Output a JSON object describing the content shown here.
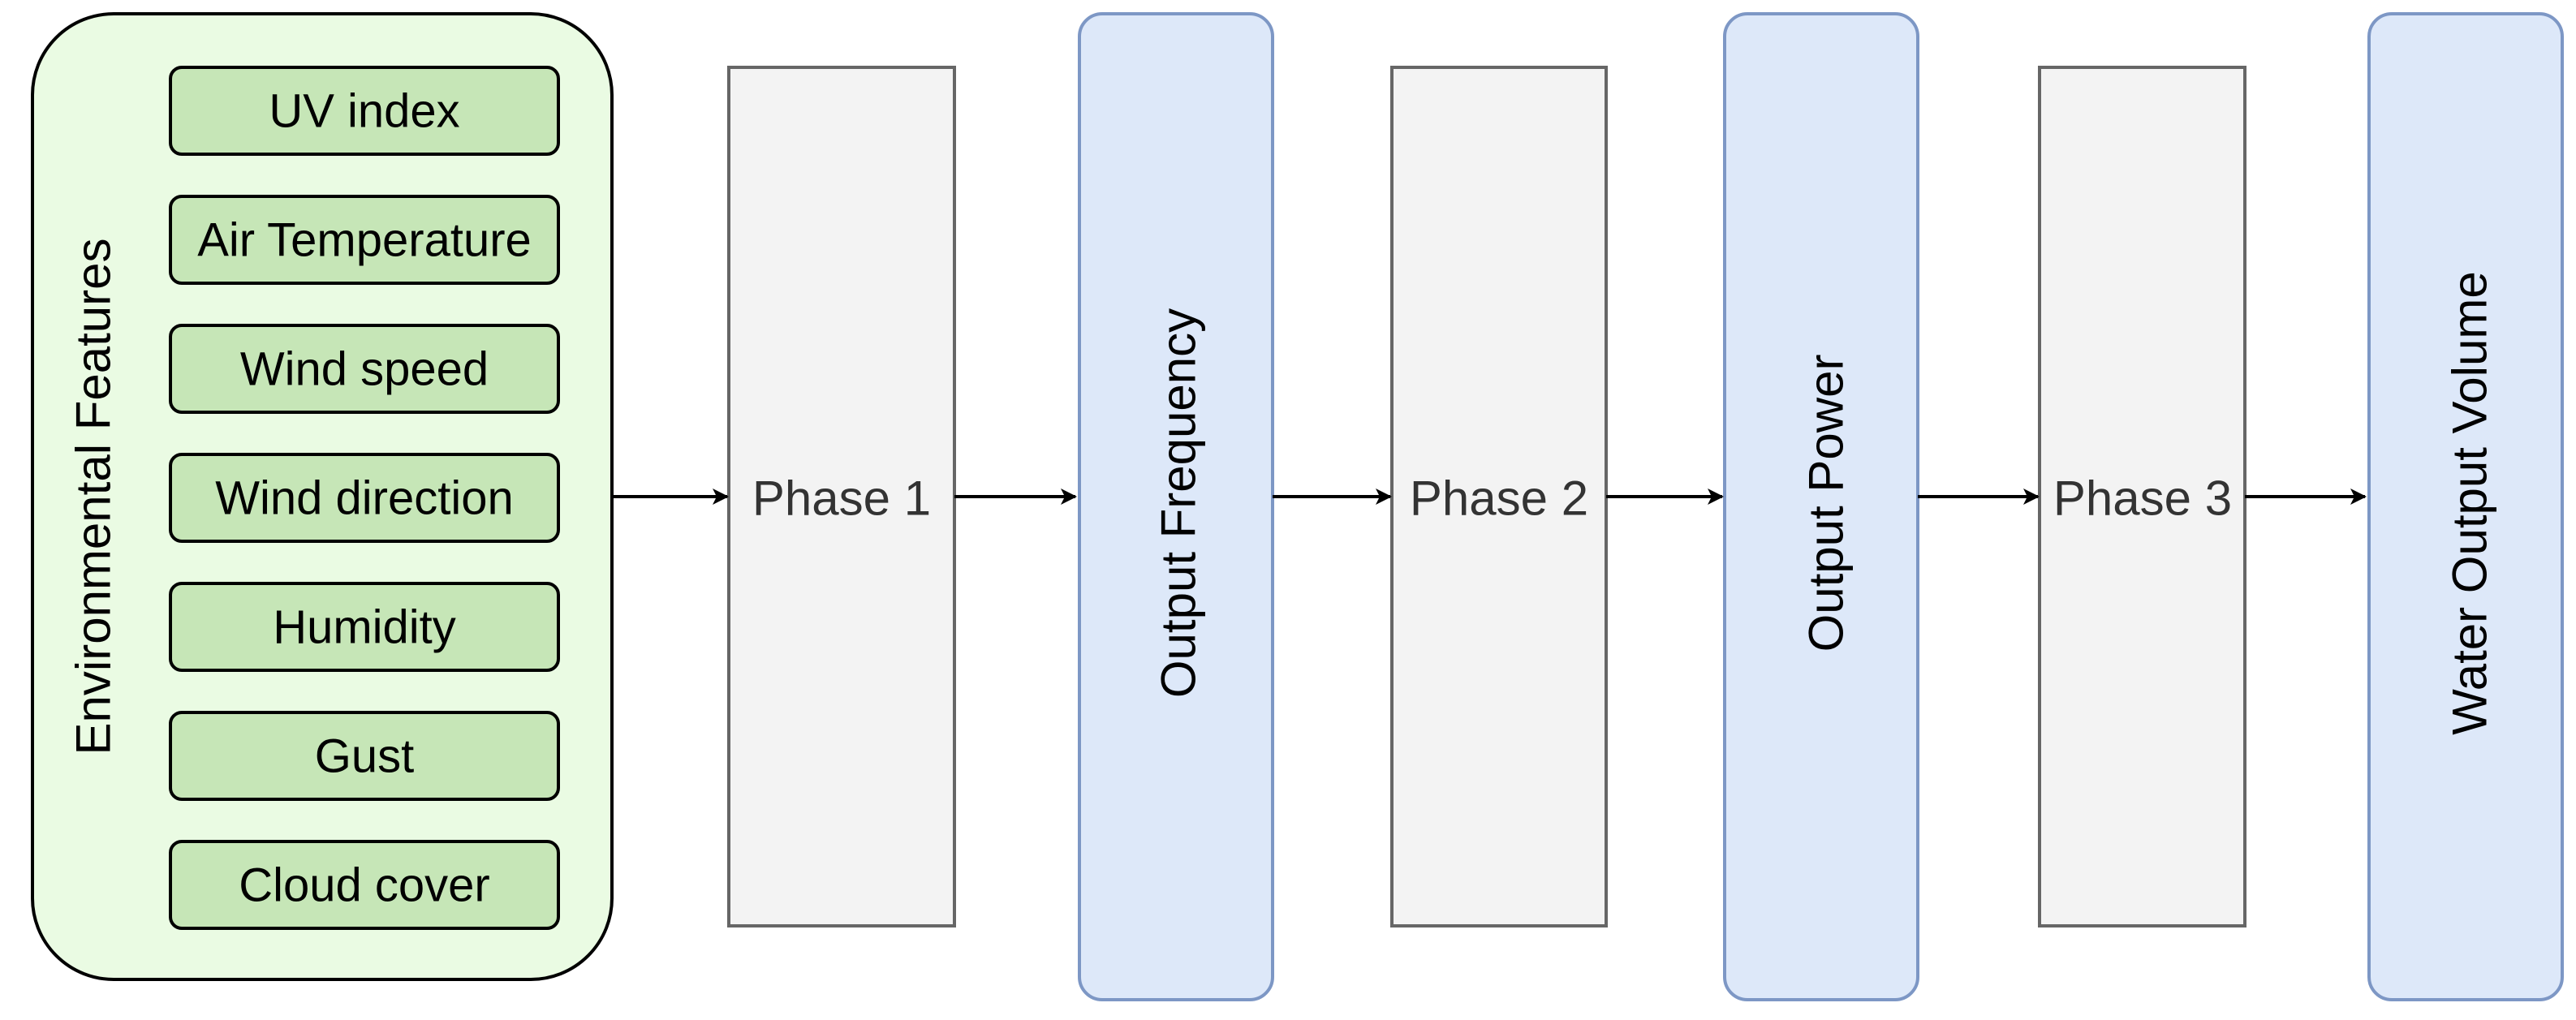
{
  "colors": {
    "features_fill": "#EAFBE3",
    "feature_item_fill": "#C6E6B7",
    "phase_fill": "#F3F3F3",
    "phase_stroke": "#666666",
    "output_fill": "#DDE8F9",
    "output_stroke": "#7D97C5",
    "line": "#000000"
  },
  "features": {
    "title": "Environmental Features",
    "items": [
      "UV index",
      "Air Temperature",
      "Wind speed",
      "Wind direction",
      "Humidity",
      "Gust",
      "Cloud cover"
    ]
  },
  "phases": [
    "Phase 1",
    "Phase 2",
    "Phase 3"
  ],
  "outputs": [
    "Output Frequency",
    "Output Power",
    "Water Output Volume"
  ]
}
